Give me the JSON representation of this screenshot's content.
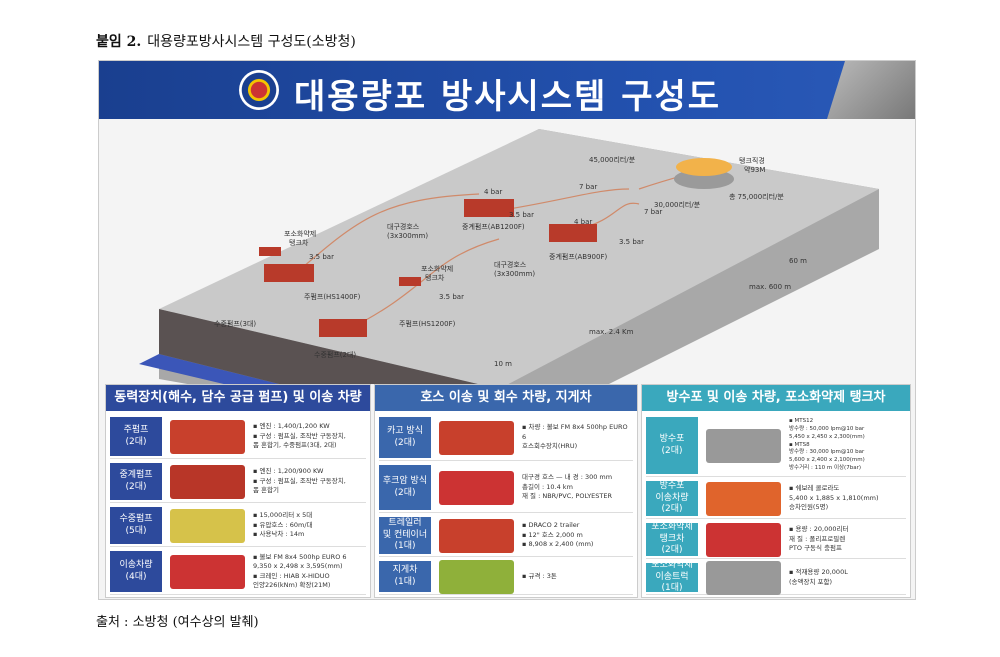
{
  "caption": {
    "label": "붙임 2.",
    "text": "대용량포방사시스템 구성도(소방청)"
  },
  "source": "출처 : 소방청 (여수상의 발췌)",
  "figure": {
    "title": "대용량포 방사시스템 구성도",
    "diagram_labels": {
      "l1": "45,000리터/분",
      "l2": "탱크직경",
      "l3": "약93M",
      "l4": "총 75,000리터/분",
      "l5": "30,000리터/분",
      "l6": "중계펌프(AB1200F)",
      "l7": "중계펌프(AB900F)",
      "l8": "대구경호스",
      "l9": "(3x300mm)",
      "l10": "대구경호스",
      "l11": "(3x300mm)",
      "l12": "포소화약제",
      "l13": "탱크차",
      "l14": "포소화약제",
      "l15": "탱크차",
      "l16": "주펌프(HS1400F)",
      "l17": "주펌프(HS1200F)",
      "l18": "수중펌프(3대)",
      "l19": "수중펌프(2대)",
      "l20": "60 m",
      "l21": "max. 600 m",
      "l22": "max. 2.4 Km",
      "l23": "10 m",
      "b1": "4 bar",
      "b2": "7 bar",
      "b3": "7 bar",
      "b4": "3.5 bar",
      "b5": "4 bar",
      "b6": "3.5 bar",
      "b7": "3.5 bar",
      "b8": "3.5 bar"
    },
    "panels": [
      {
        "title": "동력장치(해수, 담수 공급 펌프) 및 이송 차량",
        "color": "#2d4a9c",
        "rows": [
          {
            "tag": "주펌프\n(2대)",
            "spec": "▪ 엔진 : 1,400/1,200 KW\n▪ 구성 : 펌프실, 조작반 구동장치,\n   폼 혼합기, 수중펌프(3대, 2대)",
            "pic": "#c8402c"
          },
          {
            "tag": "중계펌프\n(2대)",
            "spec": "▪ 엔진 : 1,200/900 KW\n▪ 구성 : 펌프실, 조작반 구동장치,\n   폼 혼합기",
            "pic": "#b83628"
          },
          {
            "tag": "수중펌프\n(5대)",
            "spec": "▪ 15,000리터 x 5대\n▪ 유압호스 : 60m/대\n▪ 사용낙차 : 14m",
            "pic": "#d6c24a"
          },
          {
            "tag": "이송차량\n(4대)",
            "spec": "▪ 볼보 FM 8x4 500hp EURO 6\n   9,350 x 2,498 x 3,595(mm)\n▪ 크레인 : HIAB X-HIDUO\n   인양226(kNm) 확장(21M)",
            "pic": "#c33"
          }
        ]
      },
      {
        "title": "호스 이송 및 회수 차량, 지게차",
        "color": "#3a67ac",
        "rows": [
          {
            "tag": "카고 방식\n(2대)",
            "spec": "▪ 차량 : 볼보 FM 8x4 500hp EURO 6\n   호스회수장치(HRU)",
            "pic": "#c8402c"
          },
          {
            "tag": "후크암 방식\n(2대)",
            "spec": "대구경 호스 — 내 경 : 300 mm\n총길이 : 10.4 km\n재 질 : NBR/PVC, POLYESTER",
            "pic": "#c33"
          },
          {
            "tag": "트레일러\n및 컨테이너\n(1대)",
            "spec": "▪ DRACO 2 trailer\n▪ 12\" 호스 2,000 m\n▪ 8,908 x 2,400 (mm)",
            "pic": "#c8402c"
          },
          {
            "tag": "지게차\n(1대)",
            "spec": "▪ 규격 : 3톤",
            "pic": "#8fb03a"
          }
        ]
      },
      {
        "title": "방수포 및 이송 차량, 포소화약제 탱크차",
        "color": "#3aa8bd",
        "rows": [
          {
            "tag": "방수포\n(2대)",
            "spec": "▪ MTS12\n  방수량 : 50,000 lpm@10 bar\n  5,450 x 2,450 x 2,300(mm)\n▪ MTS8\n  방수량 : 30,000 lpm@10 bar\n  5,600 x 2,400 x 2,100(mm)\n  방수거리 : 110 m 이상(7bar)",
            "pic": "#999"
          },
          {
            "tag": "방수포\n이송차량\n(2대)",
            "spec": "▪ 쉐보레 콜로라도\n  5,400 x 1,885 x 1,810(mm)\n  승차인원(5명)",
            "pic": "#e0642c"
          },
          {
            "tag": "포소화약제\n탱크차\n(2대)",
            "spec": "▪ 용량 : 20,000리터\n  재 질 : 폴리프로필렌\n  PTO 구동식 충펌프",
            "pic": "#c33"
          },
          {
            "tag": "포소화약제\n이송트럭\n(1대)",
            "spec": "▪ 적재용량 20,000L\n  (송액장치 포함)",
            "pic": "#999"
          }
        ]
      }
    ]
  }
}
